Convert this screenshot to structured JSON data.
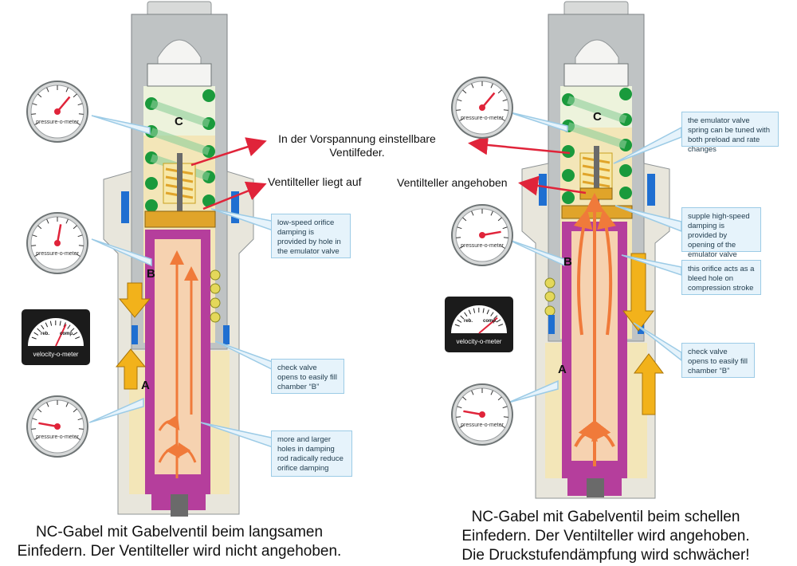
{
  "left": {
    "annotation_top": "In der Vorspannung einstellbare Ventilfeder.",
    "annotation_valve": "Ventilteller liegt auf",
    "callouts": [
      "low-speed orifice damping is provided by hole in the emulator valve",
      "check valve opens to easily fill chamber “B”",
      "more and larger holes in damping rod radically reduce orifice damping"
    ],
    "chambers": [
      "C",
      "B",
      "A"
    ],
    "gauges": [
      "pressure-o-meter",
      "pressure-o-meter",
      "pressure-o-meter"
    ],
    "velocity_meter": {
      "label": "velocity-o-meter",
      "reb": "reb.",
      "comp": "comp."
    },
    "caption_line1": "NC-Gabel mit Gabelventil beim langsamen",
    "caption_line2": "Einfedern. Der Ventilteller wird nicht angehoben."
  },
  "right": {
    "annotation_valve": "Ventilteller angehoben",
    "callouts": [
      "the emulator valve spring can be tuned with both preload and rate changes",
      "supple high-speed damping is provided by opening of the emulator valve",
      "this orifice acts as a bleed hole on compression stroke",
      "check valve opens to easily fill chamber “B”"
    ],
    "chambers": [
      "C",
      "B",
      "A"
    ],
    "gauges": [
      "pressure-o-meter",
      "pressure-o-meter",
      "pressure-o-meter"
    ],
    "velocity_meter": {
      "label": "velocity-o-meter",
      "reb": "reb.",
      "comp": "comp."
    },
    "caption_line1": "NC-Gabel mit Gabelventil beim schellen",
    "caption_line2": "Einfedern. Der Ventilteller wird angehoben.",
    "caption_line3": "Die Druckstufendämpfung wird schwächer!"
  },
  "colors": {
    "body_gray": "#bfc3c4",
    "body_light": "#e8e6dc",
    "oil": "#f3e6b8",
    "rod": "#f6d2b0",
    "rod_wall": "#b53e9c",
    "spring": "#1a9a3c",
    "valve_gold": "#e0a42a",
    "arrow_orange": "#f07a3a",
    "arrow_yellow": "#f2b21b",
    "red": "#e0243a",
    "seal_blue": "#1f6fd1"
  }
}
